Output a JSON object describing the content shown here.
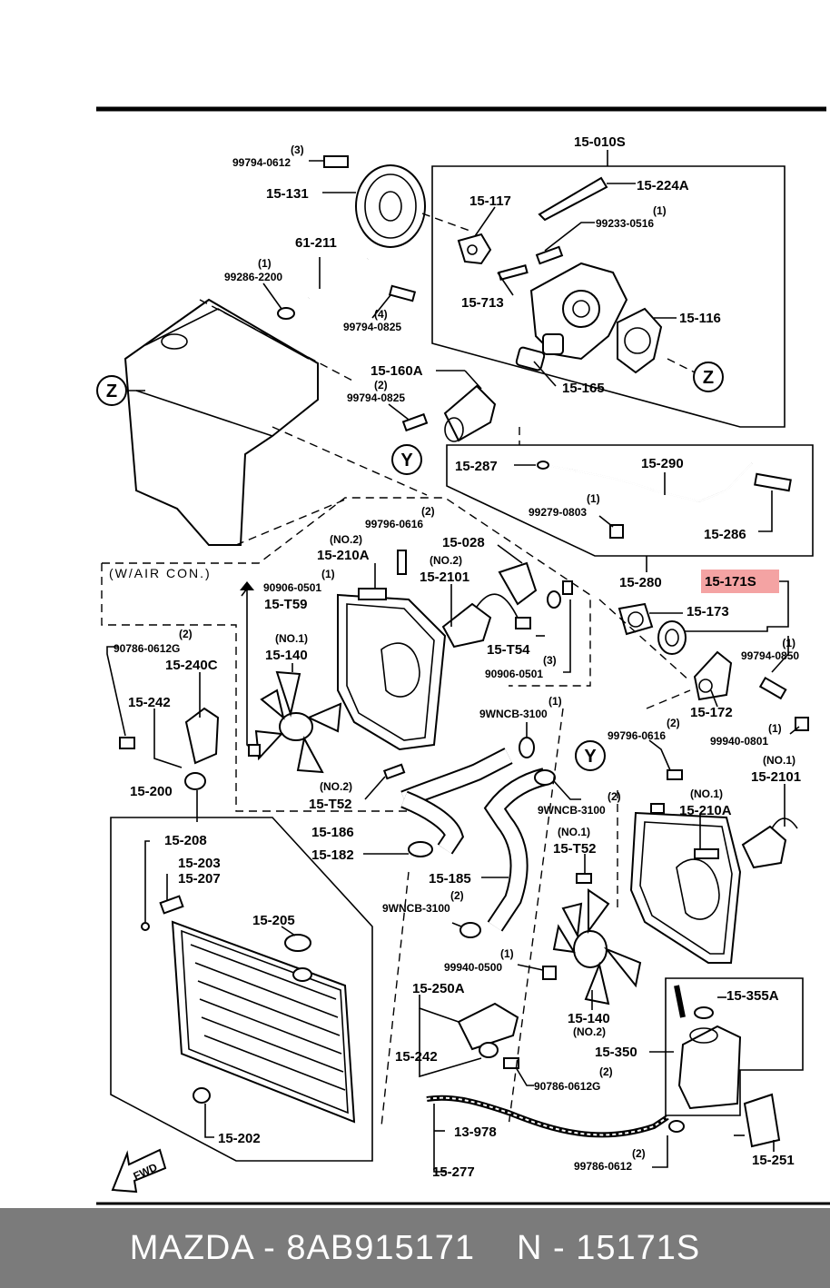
{
  "labels": {
    "p_15_010S": "15-010S",
    "p_15_224A": "15-224A",
    "p_15_117": "15-117",
    "p_99233_0516": "99233-0516",
    "p_99233_0516_qty": "(1)",
    "p_15_713": "15-713",
    "p_15_116": "15-116",
    "p_15_165": "15-165",
    "p_99794_0612": "99794-0612",
    "p_99794_0612_qty": "(3)",
    "p_15_131": "15-131",
    "p_61_211": "61-211",
    "p_99286_2200": "99286-2200",
    "p_99286_2200_qty": "(1)",
    "p_99794_0825a": "99794-0825",
    "p_99794_0825a_qty": "(4)",
    "p_15_160A": "15-160A",
    "p_99794_0825b": "99794-0825",
    "p_99794_0825b_qty": "(2)",
    "p_15_287": "15-287",
    "p_15_290": "15-290",
    "p_99279_0803": "99279-0803",
    "p_99279_0803_qty": "(1)",
    "p_15_286": "15-286",
    "p_15_280": "15-280",
    "p_15_171S": "15-171S",
    "p_15_173": "15-173",
    "p_99794_0850": "99794-0850",
    "p_99794_0850_qty": "(1)",
    "p_15_172": "15-172",
    "p_99940_0801": "99940-0801",
    "p_99940_0801_qty": "(1)",
    "p_wair": "(W/AIR CON.)",
    "p_99796_0616a": "99796-0616",
    "p_99796_0616a_qty": "(2)",
    "p_15_210A_no2": "15-210A",
    "p_no2_a": "(NO.2)",
    "p_15_028": "15-028",
    "p_15_2101_no2": "15-2101",
    "p_no2_b": "(NO.2)",
    "p_90906_0501a": "90906-0501",
    "p_90906_0501a_qty": "(1)",
    "p_15_T59": "15-T59",
    "p_15_140_no1": "15-140",
    "p_no1_a": "(NO.1)",
    "p_15_T54": "15-T54",
    "p_90906_0501b": "90906-0501",
    "p_90906_0501b_qty": "(3)",
    "p_15_T52_no2": "15-T52",
    "p_no2_c": "(NO.2)",
    "p_90786_0612G_a": "90786-0612G",
    "p_90786_0612G_a_qty": "(2)",
    "p_15_240C": "15-240C",
    "p_15_242a": "15-242",
    "p_15_200": "15-200",
    "p_9WNCB_a": "9WNCB-3100",
    "p_9WNCB_a_qty": "(1)",
    "p_99796_0616b": "99796-0616",
    "p_99796_0616b_qty": "(2)",
    "p_9WNCB_b": "9WNCB-3100",
    "p_9WNCB_b_qty": "(2)",
    "p_no1_b": "(NO.1)",
    "p_15_2101_no1": "15-2101",
    "p_no1_c": "(NO.1)",
    "p_15_210A_no1": "15-210A",
    "p_15_186": "15-186",
    "p_15_182": "15-182",
    "p_15_185": "15-185",
    "p_no1_d": "(NO.1)",
    "p_15_T52_no1": "15-T52",
    "p_15_208": "15-208",
    "p_15_203": "15-203",
    "p_15_207": "15-207",
    "p_9WNCB_c": "9WNCB-3100",
    "p_9WNCB_c_qty": "(2)",
    "p_15_205": "15-205",
    "p_99940_0500": "99940-0500",
    "p_99940_0500_qty": "(1)",
    "p_15_250A": "15-250A",
    "p_15_242b": "15-242",
    "p_90786_0612G_b": "90786-0612G",
    "p_90786_0612G_b_qty": "(2)",
    "p_15_140_no2": "15-140",
    "p_no2_d": "(NO.2)",
    "p_15_355A": "15-355A",
    "p_15_350": "15-350",
    "p_13_978": "13-978",
    "p_15_277": "15-277",
    "p_99786_0612": "99786-0612",
    "p_99786_0612_qty": "(2)",
    "p_15_251": "15-251",
    "p_15_202": "15-202",
    "callout_z": "Z",
    "callout_y": "Y",
    "fwd": "FWD"
  },
  "highlight_color": "#f4a3a3",
  "footer": {
    "brand_part": "MAZDA - 8AB915171",
    "ref_part": "N - 15171S"
  }
}
